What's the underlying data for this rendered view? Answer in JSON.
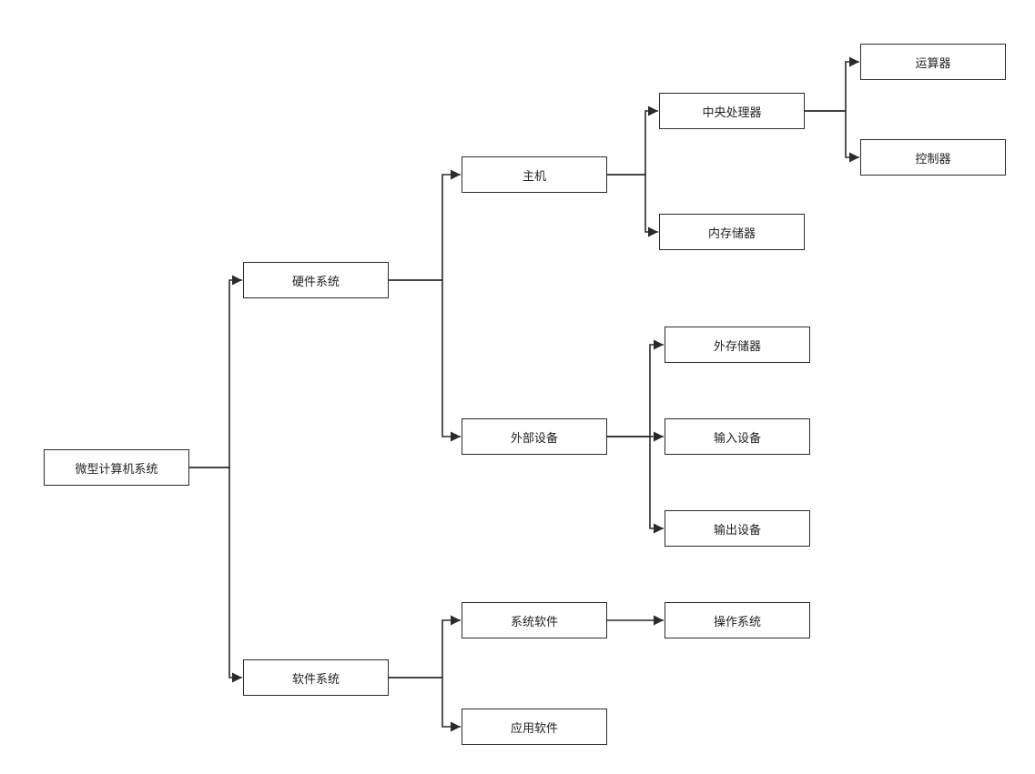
{
  "diagram": {
    "colors": {
      "line": "#2b2b2b",
      "box_border": "#2b2b2b",
      "text": "#222222",
      "background": "#ffffff"
    },
    "nodes": {
      "root": "微型计算机系统",
      "hardware": "硬件系统",
      "software": "软件系统",
      "host": "主机",
      "peripherals": "外部设备",
      "system_software": "系统软件",
      "application_software": "应用软件",
      "cpu": "中央处理器",
      "memory": "内存储器",
      "alu": "运算器",
      "controller": "控制器",
      "external_storage": "外存储器",
      "input_device": "输入设备",
      "output_device": "输出设备",
      "operating_system": "操作系统"
    },
    "edges": [
      [
        "root",
        "hardware"
      ],
      [
        "root",
        "software"
      ],
      [
        "hardware",
        "host"
      ],
      [
        "hardware",
        "peripherals"
      ],
      [
        "host",
        "cpu"
      ],
      [
        "host",
        "memory"
      ],
      [
        "cpu",
        "alu"
      ],
      [
        "cpu",
        "controller"
      ],
      [
        "peripherals",
        "external_storage"
      ],
      [
        "peripherals",
        "input_device"
      ],
      [
        "peripherals",
        "output_device"
      ],
      [
        "software",
        "system_software"
      ],
      [
        "software",
        "application_software"
      ],
      [
        "system_software",
        "operating_system"
      ]
    ]
  }
}
